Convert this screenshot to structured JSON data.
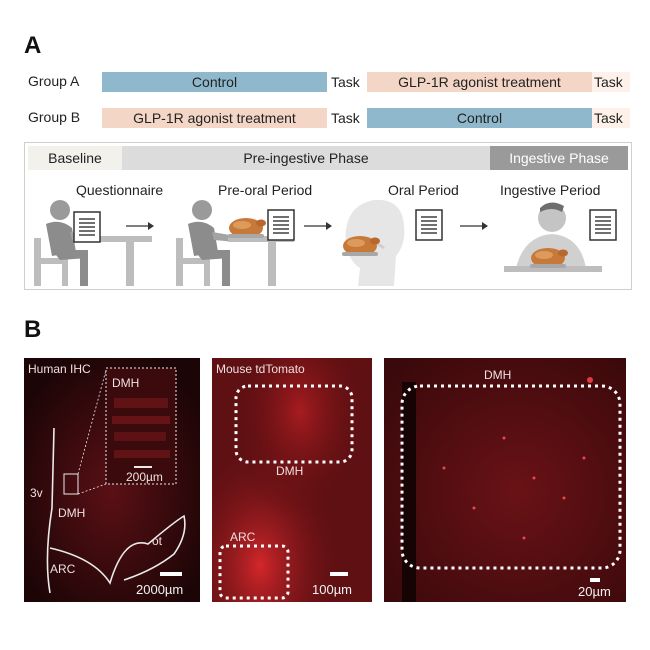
{
  "panel_a": {
    "letter": "A",
    "group_a": {
      "label": "Group A",
      "bar1": "Control",
      "task1": "Task",
      "bar2": "GLP-1R agonist treatment",
      "task2": "Task"
    },
    "group_b": {
      "label": "Group B",
      "bar1": "GLP-1R agonist treatment",
      "task1": "Task",
      "bar2": "Control",
      "task2": "Task"
    },
    "phases": {
      "baseline": "Baseline",
      "pre_ingestive": "Pre-ingestive Phase",
      "ingestive": "Ingestive Phase"
    },
    "steps": [
      "Questionnaire",
      "Pre-oral Period",
      "Oral Period",
      "Ingestive Period"
    ]
  },
  "panel_b": {
    "letter": "B",
    "image1": {
      "title": "Human IHC",
      "inset_label": "DMH",
      "inset_scale": "200µm",
      "label_3v": "3v",
      "label_dmh": "DMH",
      "label_arc": "ARC",
      "label_ot": "ot",
      "scale": "2000µm"
    },
    "image2": {
      "title": "Mouse tdTomato",
      "label_dmh": "DMH",
      "label_arc": "ARC",
      "scale": "100µm"
    },
    "image3": {
      "label_dmh": "DMH",
      "scale": "20µm"
    }
  },
  "colors": {
    "control_bar": "#8fb8cc",
    "glp1_bar": "#f4d6c6",
    "task_end": "#fdf1e9",
    "baseline": "#f3f1ec",
    "pre_ingestive": "#dcdcdc",
    "ingestive": "#9a9a9a",
    "tissue_red": "#c42024"
  },
  "icons": [
    "person-at-desk-icon",
    "questionnaire-icon",
    "roast-chicken-icon",
    "head-profile-icon",
    "person-eating-icon",
    "arrow-right-icon"
  ]
}
